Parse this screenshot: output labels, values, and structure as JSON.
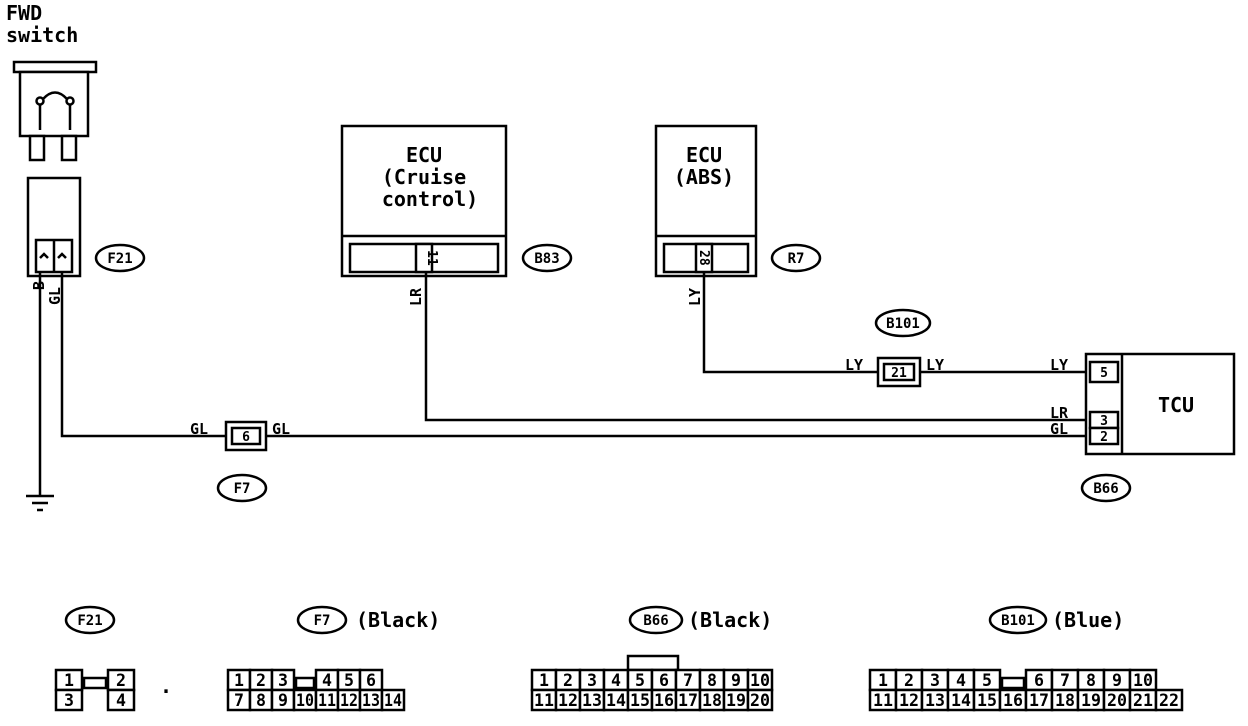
{
  "fwd_switch": {
    "title_line1": "FWD",
    "title_line2": "switch"
  },
  "ecu_cruise": {
    "line1": "ECU",
    "line2": "(Cruise",
    "line3": "control)",
    "pin": "11",
    "connector": "B83"
  },
  "ecu_abs": {
    "line1": "ECU",
    "line2": "(ABS)",
    "pin": "28",
    "connector": "R7"
  },
  "tcu": {
    "label": "TCU",
    "connector": "B66",
    "pins": [
      "5",
      "3",
      "2"
    ]
  },
  "connectors": {
    "f21": {
      "name": "F21"
    },
    "f7": {
      "name": "F7",
      "pin": "6"
    },
    "b101": {
      "name": "B101",
      "pin": "21"
    }
  },
  "wires": {
    "b": "B",
    "gl": "GL",
    "lr": "LR",
    "ly": "LY"
  },
  "legend": {
    "f21": {
      "name": "F21",
      "color": "",
      "row1": [
        "1",
        "",
        "2"
      ],
      "row2": [
        "3",
        "",
        "4"
      ]
    },
    "f7": {
      "name": "F7",
      "color": "(Black)",
      "row1": [
        "1",
        "2",
        "3",
        "",
        "4",
        "5",
        "6"
      ],
      "row2": [
        "7",
        "8",
        "9",
        "10",
        "11",
        "12",
        "13",
        "14"
      ]
    },
    "b66": {
      "name": "B66",
      "color": "(Black)",
      "row1": [
        "1",
        "2",
        "3",
        "4",
        "5",
        "6",
        "7",
        "8",
        "9",
        "10"
      ],
      "row2": [
        "11",
        "12",
        "13",
        "14",
        "15",
        "16",
        "17",
        "18",
        "19",
        "20"
      ]
    },
    "b101": {
      "name": "B101",
      "color": "(Blue)",
      "row1": [
        "1",
        "2",
        "3",
        "4",
        "5",
        "",
        "6",
        "7",
        "8",
        "9",
        "10"
      ],
      "row2": [
        "11",
        "12",
        "13",
        "14",
        "15",
        "16",
        "17",
        "18",
        "19",
        "20",
        "21",
        "22"
      ]
    }
  }
}
